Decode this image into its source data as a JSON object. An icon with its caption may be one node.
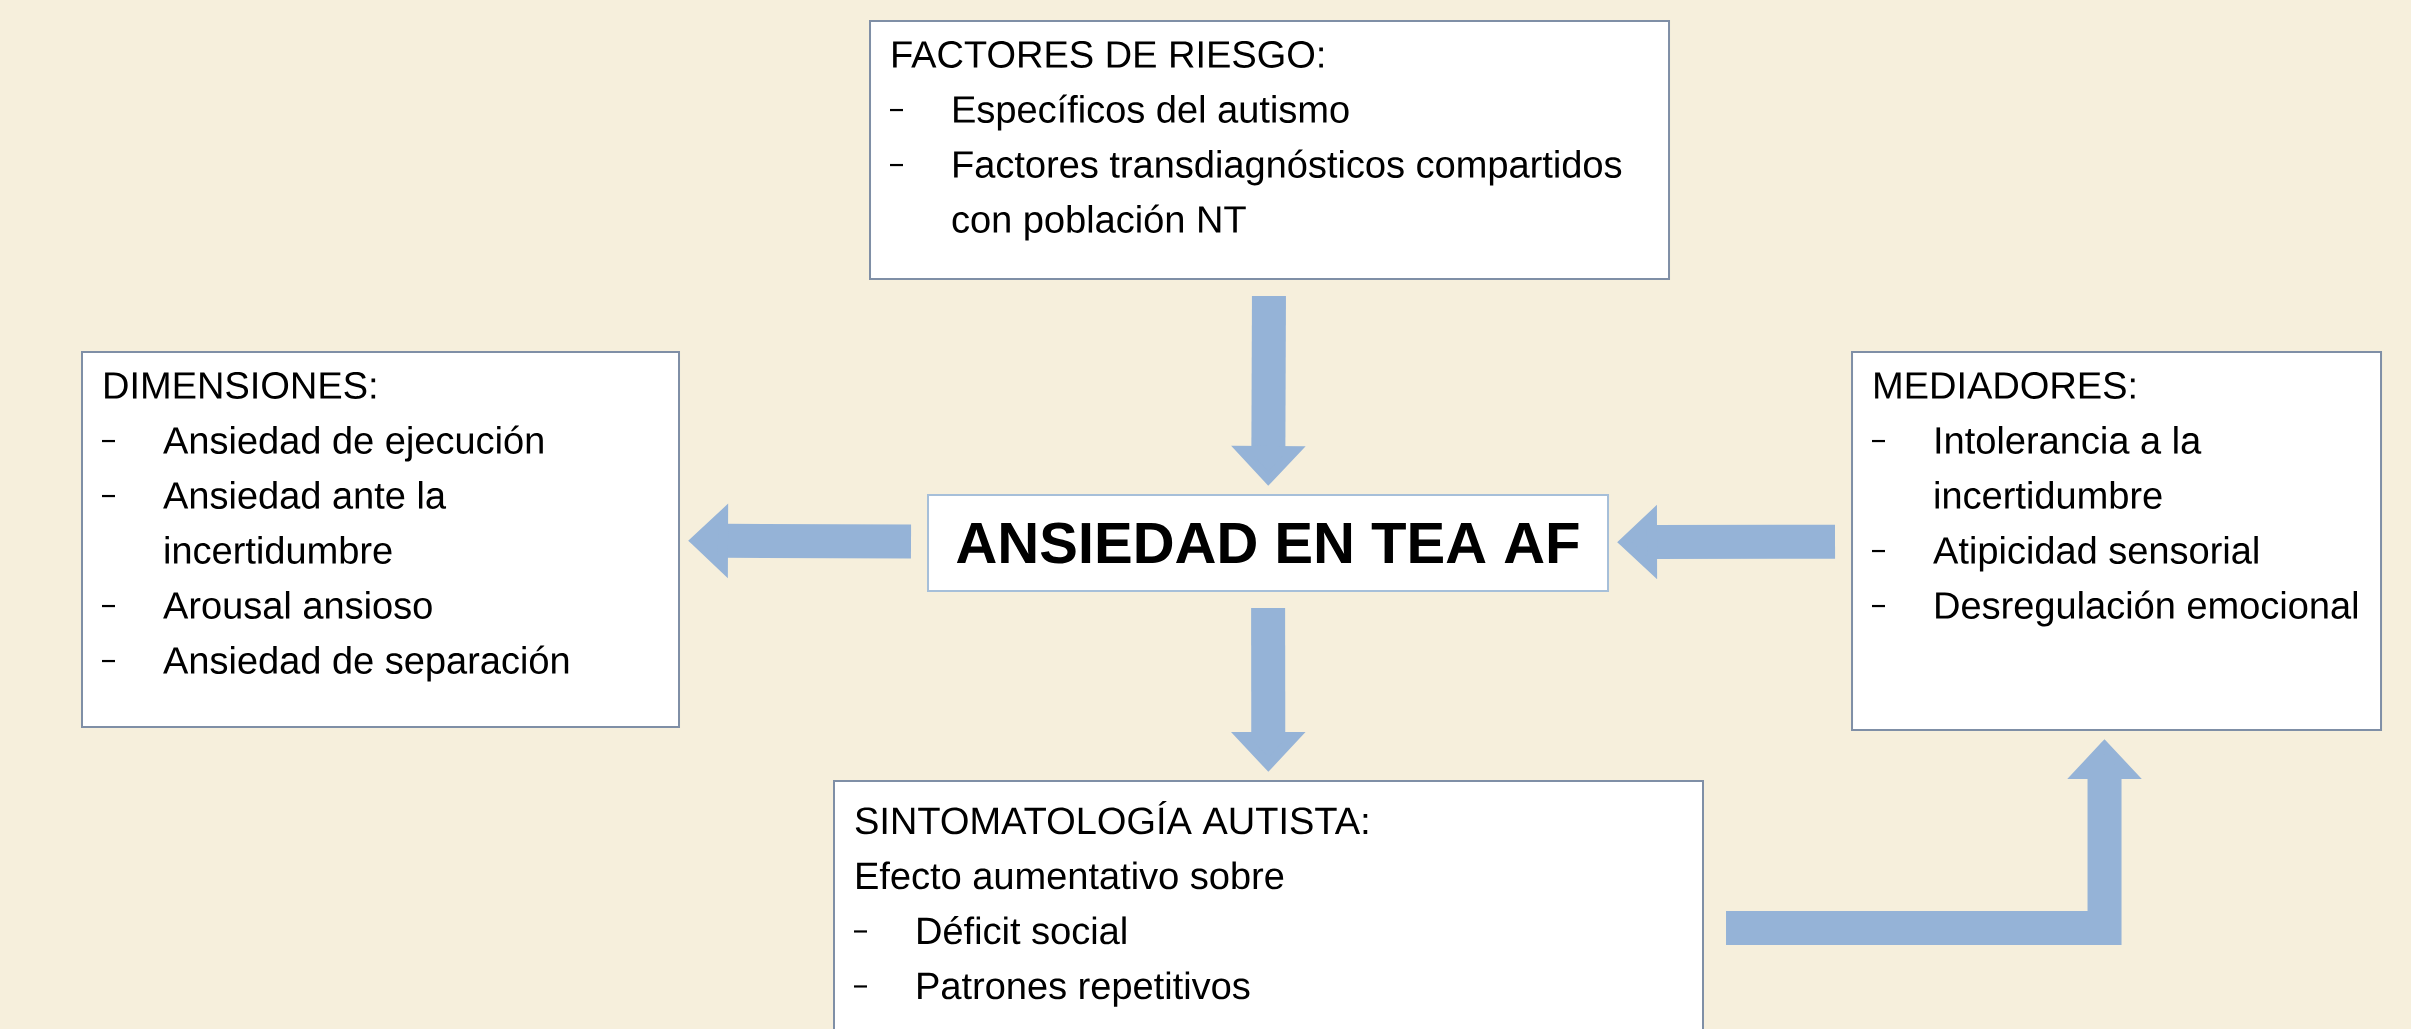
{
  "diagram": {
    "nodes": [
      {
        "text": [
          "FACTORES DE RIESGO:",
          "Específicos del autismo",
          "Factores transdiagnósticos compartidos con población NT"
        ]
      },
      {
        "text": [
          "DIMENSIONES:",
          "Ansiedad de ejecución",
          "Ansiedad ante la incertidumbre",
          "Arousal ansioso",
          "Ansiedad de separación"
        ]
      },
      {
        "text": [
          "ANSIEDAD EN TEA AF"
        ]
      },
      {
        "text": [
          "MEDIADORES:",
          "Intolerancia a la incertidumbre",
          "Atipicidad sensorial",
          "Desregulación emocional"
        ]
      },
      {
        "text": [
          "SINTOMATOLOGÍA AUTISTA:",
          "Efecto aumentativo sobre",
          "Déficit social",
          "Patrones repetitivos"
        ]
      }
    ],
    "edges": [
      {
        "from": 0,
        "to": 2,
        "arrow": "to"
      },
      {
        "from": 2,
        "to": 1,
        "arrow": "to"
      },
      {
        "from": 3,
        "to": 2,
        "arrow": "to"
      },
      {
        "from": 2,
        "to": 4,
        "arrow": "to"
      },
      {
        "from": 4,
        "to": 3,
        "arrow": "to"
      }
    ]
  }
}
